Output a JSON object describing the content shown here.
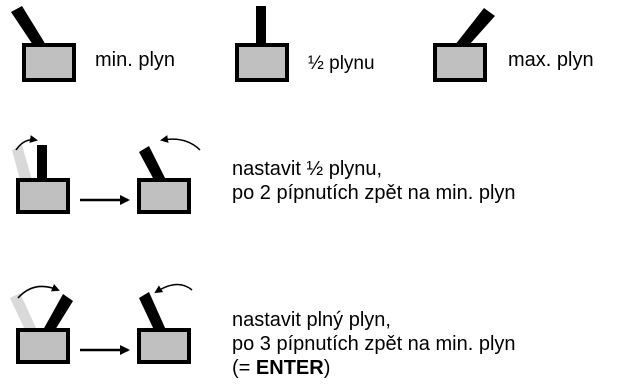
{
  "legend": {
    "min_label": "min. plyn",
    "half_label": "½  plynu",
    "max_label": "max. plyn"
  },
  "step_half": {
    "line1": "nastavit ½  plynu,",
    "line2": "po 2 pípnutích zpět na min. plyn"
  },
  "step_full": {
    "line1": "nastavit plný plyn,",
    "line2": "po 3 pípnutích zpět na min. plyn",
    "line3_prefix": "(= ",
    "line3_bold": "ENTER",
    "line3_suffix": ")"
  },
  "colors": {
    "box_fill": "#c0c0c0",
    "stick": "#000000",
    "ghost_stick": "#d9d9d9"
  }
}
